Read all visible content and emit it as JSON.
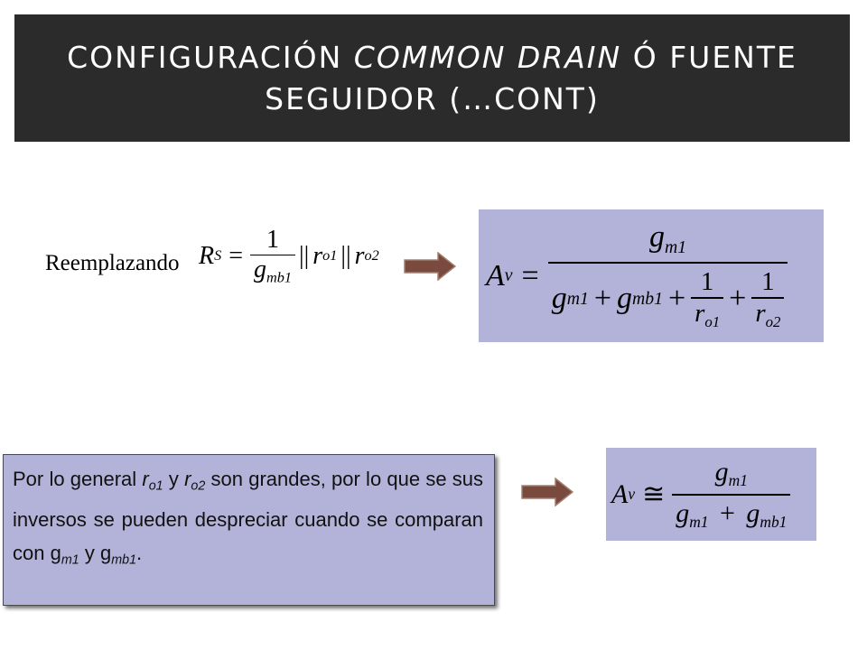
{
  "slide": {
    "title_part1": "CONFIGURACIÓN ",
    "title_italic": "COMMON DRAIN",
    "title_part2": " Ó FUENTE",
    "title_line2": "SEGUIDOR (…CONT)",
    "reemplazando": "Reemplazando",
    "rs": {
      "lhs_var": "R",
      "lhs_sub": "S",
      "eq": "=",
      "num": "1",
      "den_var": "g",
      "den_sub": "mb1",
      "par1": "||",
      "r1_var": "r",
      "r1_sub": "o1",
      "par2": "||",
      "r2_var": "r",
      "r2_sub": "o2"
    },
    "av": {
      "lhs_var": "A",
      "lhs_sub": "v",
      "eq": "=",
      "num_var": "g",
      "num_sub": "m1",
      "den_g1_var": "g",
      "den_g1_sub": "m1",
      "plus1": "+",
      "den_g2_var": "g",
      "den_g2_sub": "mb1",
      "plus2": "+",
      "f1_num": "1",
      "f1_var": "r",
      "f1_sub": "o1",
      "plus3": "+",
      "f2_num": "1",
      "f2_var": "r",
      "f2_sub": "o2"
    },
    "av_approx": {
      "lhs_var": "A",
      "lhs_sub": "v",
      "eq": "≅",
      "num_var": "g",
      "num_sub": "m1",
      "den_g1_var": "g",
      "den_g1_sub": "m1",
      "plus": "+",
      "den_g2_var": "g",
      "den_g2_sub": "mb1"
    },
    "note": {
      "t1": "Por lo general ",
      "r1": "r",
      "r1_sub": "o1",
      "t2": " y ",
      "r2": "r",
      "r2_sub": "o2",
      "t3": " son grandes, por lo que se sus inversos se pueden despreciar cuando se comparan con ",
      "g1": "g",
      "g1_sub": "m1",
      "t4": " y ",
      "g2": "g",
      "g2_sub": "mb1",
      "t5": "."
    },
    "colors": {
      "title_bg": "#2b2b2b",
      "eq_box_bg": "#b3b3d9",
      "arrow": "#7a4a3e"
    }
  }
}
